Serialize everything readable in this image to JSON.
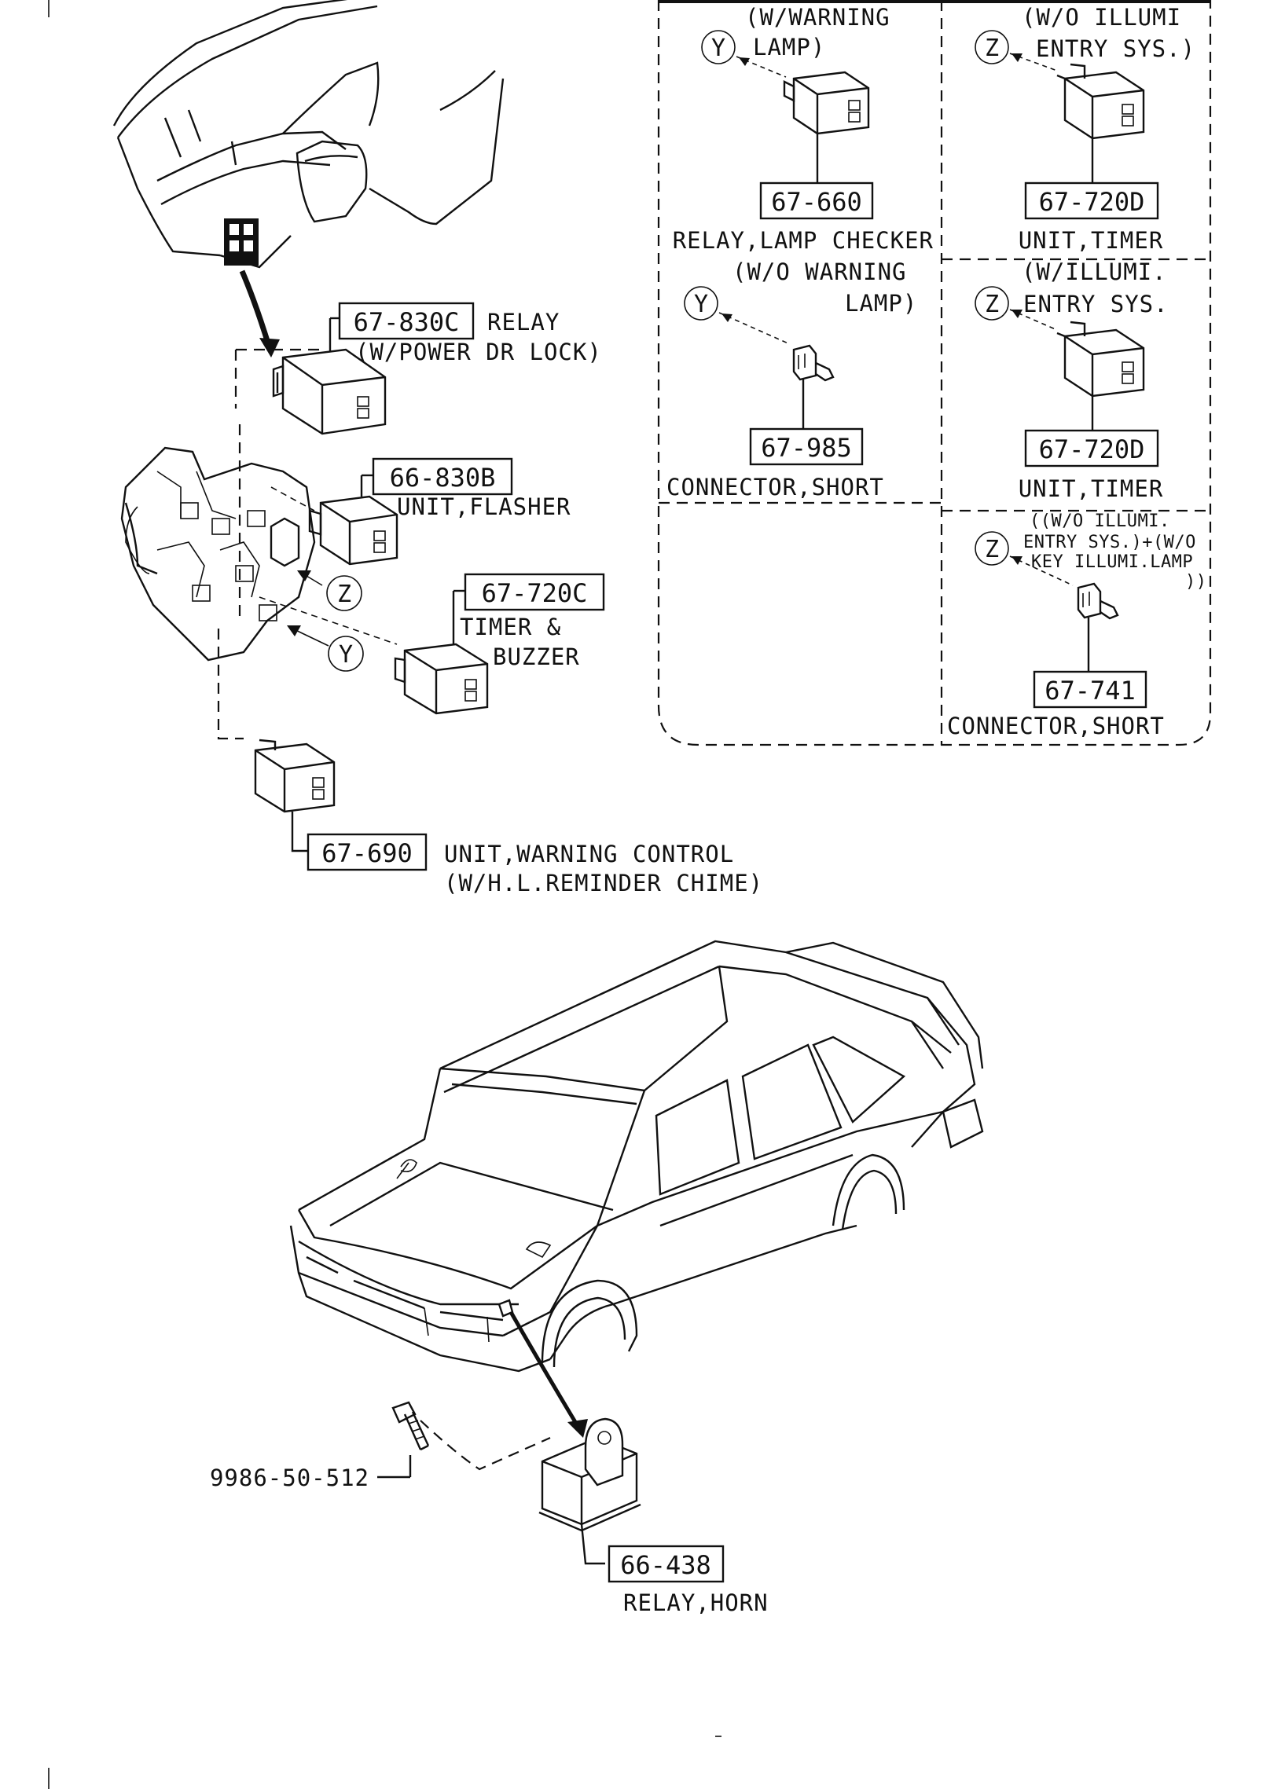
{
  "parts": {
    "relay_lamp_checker": {
      "number": "67-660",
      "name": "RELAY,LAMP CHECKER",
      "condition_1": "(W/WARNING",
      "condition_2": "LAMP)",
      "marker": "Y"
    },
    "unit_timer_top": {
      "number": "67-720D",
      "name": "UNIT,TIMER",
      "condition_1": "(W/O ILLUMI",
      "condition_2": "ENTRY SYS.)",
      "marker": "Z"
    },
    "connector_short_985": {
      "number": "67-985",
      "name": "CONNECTOR,SHORT",
      "condition_1": "(W/O WARNING",
      "condition_2": "LAMP)",
      "marker": "Y"
    },
    "unit_timer_mid": {
      "number": "67-720D",
      "name": "UNIT,TIMER",
      "condition_1": "(W/ILLUMI.",
      "condition_2": "ENTRY SYS.",
      "marker": "Z"
    },
    "connector_short_741": {
      "number": "67-741",
      "name": "CONNECTOR,SHORT",
      "condition_1": "((W/O ILLUMI.",
      "condition_2": "ENTRY SYS.)+(W/O",
      "condition_3": "KEY ILLUMI.LAMP",
      "condition_4": "))",
      "marker": "Z"
    },
    "relay_power_dr_lock": {
      "number": "67-830C",
      "name": "RELAY",
      "condition": "(W/POWER DR LOCK)"
    },
    "unit_flasher": {
      "number": "66-830B",
      "name": "UNIT,FLASHER"
    },
    "timer_buzzer": {
      "number": "67-720C",
      "name_1": "TIMER &",
      "name_2": "BUZZER"
    },
    "unit_warning_control": {
      "number": "67-690",
      "name": "UNIT,WARNING CONTROL",
      "condition": "(W/H.L.REMINDER CHIME)"
    },
    "bolt": {
      "number": "9986-50-512"
    },
    "relay_horn": {
      "number": "66-438",
      "name": "RELAY,HORN"
    }
  },
  "markers": {
    "y": "Y",
    "z": "Z"
  }
}
